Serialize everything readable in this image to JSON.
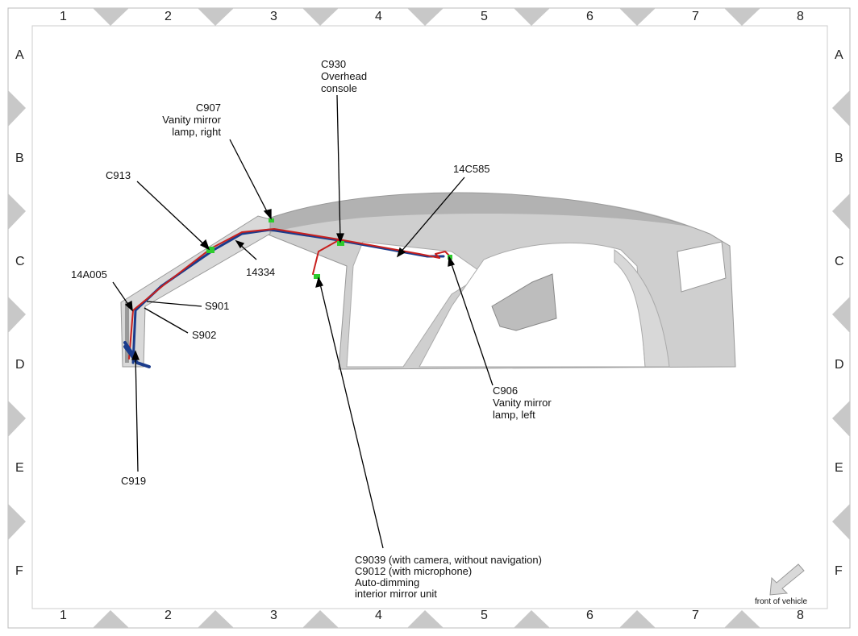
{
  "grid": {
    "columns": [
      "1",
      "2",
      "3",
      "4",
      "5",
      "6",
      "7",
      "8"
    ],
    "rows": [
      "A",
      "B",
      "C",
      "D",
      "E",
      "F"
    ]
  },
  "callouts": {
    "c930": [
      "C930",
      "Overhead",
      "console"
    ],
    "c907": [
      "C907",
      "Vanity mirror",
      "lamp, right"
    ],
    "c913": "C913",
    "14c585": "14C585",
    "14a005": "14A005",
    "14334": "14334",
    "s901": "S901",
    "s902": "S902",
    "c906": [
      "C906",
      "Vanity mirror",
      "lamp, left"
    ],
    "c919": "C919",
    "mirror": [
      "C9039  (with camera, without navigation)",
      "C9012  (with microphone)",
      "Auto-dimming",
      "interior mirror unit"
    ]
  },
  "front_label": "front of vehicle",
  "colors": {
    "wire_red": "#c8201e",
    "wire_blue": "#1b3c8c",
    "connector": "#2ecc2e",
    "body": "#d0d0d0"
  }
}
